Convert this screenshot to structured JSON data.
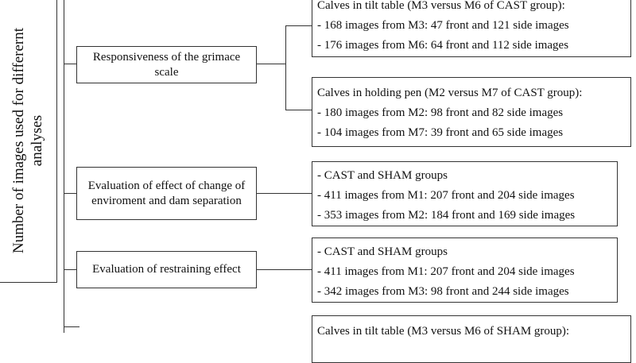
{
  "root": {
    "title_line1": "Number of  images used for differernt",
    "title_line2": "analyses"
  },
  "categories": [
    {
      "label": "Responsiveness of the grimace scale",
      "groups": [
        {
          "heading": "Calves in tilt table (M3 versus M6 of CAST group):",
          "lines": [
            "- 168 images from M3: 47 front and 121 side images",
            "- 176 images from M6: 64 front and 112 side images"
          ]
        },
        {
          "heading": "Calves in holding pen (M2 versus M7 of CAST group):",
          "lines": [
            "- 180 images from M2: 98 front and 82 side images",
            "- 104 images from M7: 39 front and 65 side images"
          ]
        }
      ]
    },
    {
      "label": "Evaluation of effect of change of enviroment and dam separation",
      "groups": [
        {
          "heading": "- CAST and SHAM groups",
          "lines": [
            "- 411 images from M1: 207 front and 204 side images",
            "- 353 images from M2: 184 front and 169 side images"
          ]
        }
      ]
    },
    {
      "label": "Evaluation of restraining effect",
      "groups": [
        {
          "heading": "- CAST and SHAM groups",
          "lines": [
            "- 411 images from M1: 207 front and 204 side images",
            "- 342 images from M3: 98 front and 244 side images"
          ]
        }
      ]
    },
    {
      "groups": [
        {
          "heading": "Calves in tilt table (M3 versus M6 of SHAM group):"
        }
      ]
    }
  ]
}
